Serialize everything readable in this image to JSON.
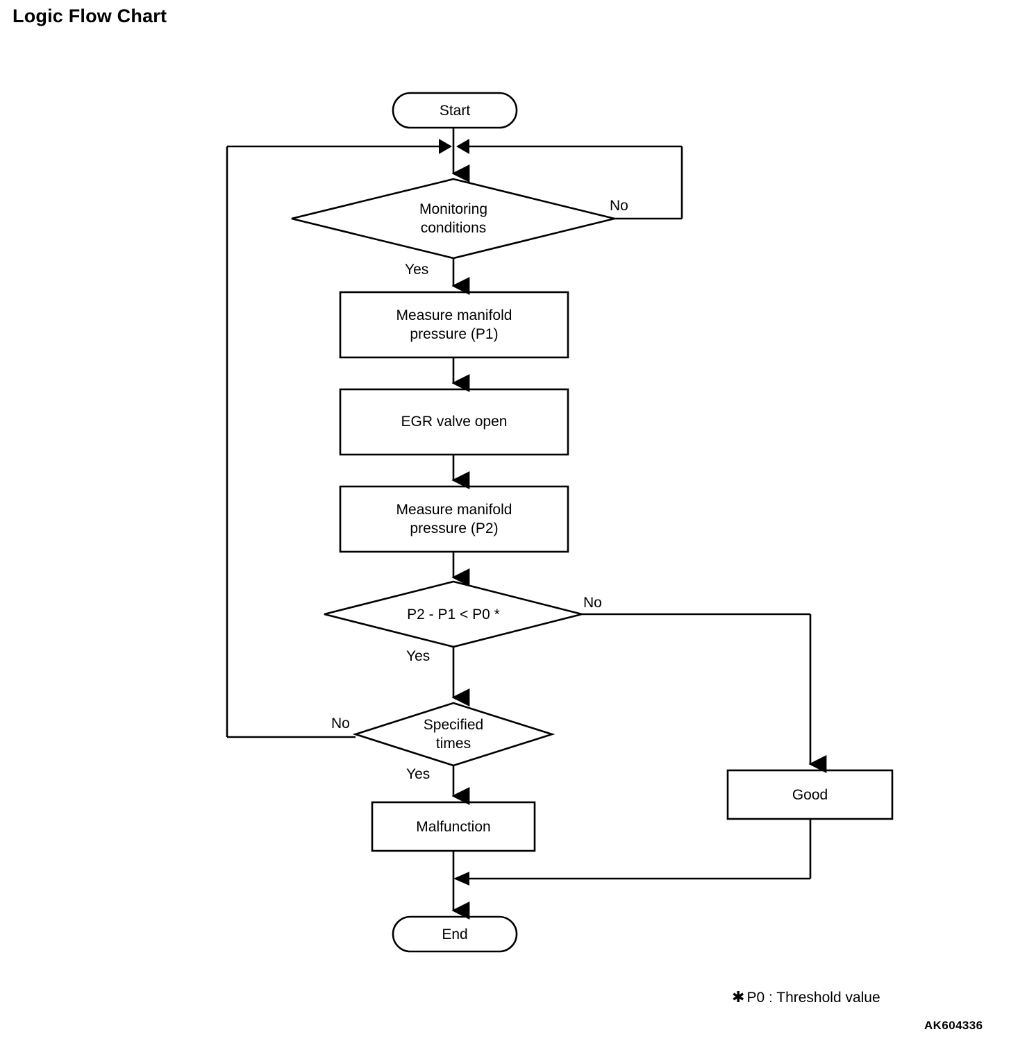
{
  "page": {
    "title": "Logic Flow Chart",
    "footnote_marker": "✱",
    "footnote_text": "P0 : Threshold value",
    "reference_code": "AK604336",
    "background": "#ffffff",
    "line_color": "#000000"
  },
  "chart_data": {
    "type": "diagram",
    "diagram_kind": "flowchart",
    "title": "Logic Flow Chart",
    "orientation": "top-to-bottom",
    "nodes": [
      {
        "id": "start",
        "shape": "terminator",
        "label": "Start"
      },
      {
        "id": "monitoring",
        "shape": "decision",
        "label": "Monitoring\nconditions"
      },
      {
        "id": "measure_p1",
        "shape": "process",
        "label": "Measure manifold\npressure (P1)"
      },
      {
        "id": "egr_open",
        "shape": "process",
        "label": "EGR valve open"
      },
      {
        "id": "measure_p2",
        "shape": "process",
        "label": "Measure manifold\npressure (P2)"
      },
      {
        "id": "compare",
        "shape": "decision",
        "label": "P2 - P1 < P0 *"
      },
      {
        "id": "spec_times",
        "shape": "decision",
        "label": "Specified\ntimes"
      },
      {
        "id": "malfunction",
        "shape": "process",
        "label": "Malfunction"
      },
      {
        "id": "good",
        "shape": "process",
        "label": "Good"
      },
      {
        "id": "end",
        "shape": "terminator",
        "label": "End"
      }
    ],
    "edges": [
      {
        "from": "start",
        "to": "monitoring",
        "label": ""
      },
      {
        "from": "monitoring",
        "to": "measure_p1",
        "label": "Yes"
      },
      {
        "from": "monitoring",
        "to": "monitoring",
        "label": "No"
      },
      {
        "from": "measure_p1",
        "to": "egr_open",
        "label": ""
      },
      {
        "from": "egr_open",
        "to": "measure_p2",
        "label": ""
      },
      {
        "from": "measure_p2",
        "to": "compare",
        "label": ""
      },
      {
        "from": "compare",
        "to": "spec_times",
        "label": "Yes"
      },
      {
        "from": "compare",
        "to": "good",
        "label": "No"
      },
      {
        "from": "spec_times",
        "to": "malfunction",
        "label": "Yes"
      },
      {
        "from": "spec_times",
        "to": "monitoring",
        "label": "No"
      },
      {
        "from": "malfunction",
        "to": "end",
        "label": ""
      },
      {
        "from": "good",
        "to": "end",
        "label": ""
      }
    ],
    "edge_labels": {
      "monitoring_yes": "Yes",
      "monitoring_no": "No",
      "compare_yes": "Yes",
      "compare_no": "No",
      "spec_times_yes": "Yes",
      "spec_times_no": "No"
    }
  }
}
